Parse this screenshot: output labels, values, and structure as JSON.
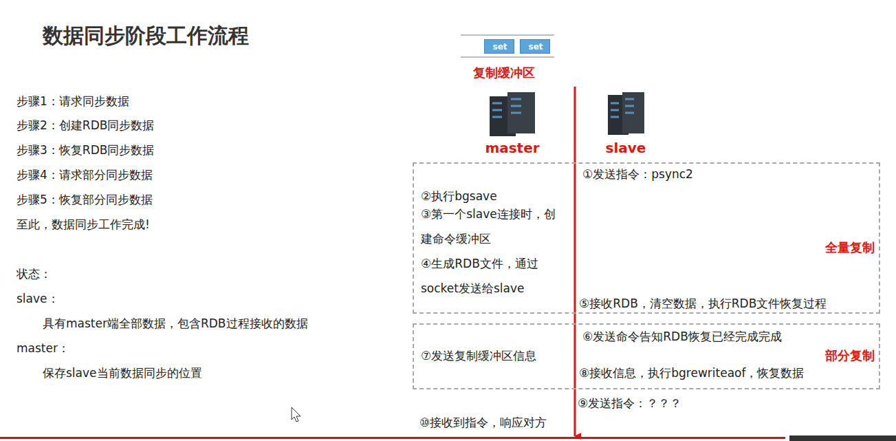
{
  "diagram": {
    "title": "数据同步阶段工作流程",
    "nodes": [
      {
        "text": [
          "复制缓冲区"
        ]
      },
      {
        "text": [
          "set"
        ],
        "in": 0
      },
      {
        "text": [
          "set"
        ],
        "in": 0
      },
      {
        "text": [
          "①发送指令：psync2",
          "②执行bgsave",
          "③第一个slave连接时，创建命令缓冲区",
          "④生成RDB文件，通过socket发送给slave",
          "⑤接收RDB，清空数据，执行RDB文件恢复过程",
          "全量复制"
        ]
      },
      {
        "text": [
          "⑥发送命令告知RDB恢复已经完成完成",
          "⑦发送复制缓冲区信息",
          "⑧接收信息，执行bgrewriteaof，恢复数据",
          "部分复制"
        ]
      }
    ],
    "labels": [
      "步骤1：请求同步数据",
      "步骤2：创建RDB同步数据",
      "步骤3：恢复RDB同步数据",
      "步骤4：请求部分同步数据",
      "步骤5：恢复部分同步数据",
      "至此，数据同步工作完成!",
      "状态：",
      "slave：",
      "具有master端全部数据，包含RDB过程接收的数据",
      "master：",
      "保存slave当前数据同步的位置",
      "master",
      "slave",
      "⑨发送指令：？？？",
      "⑩接收到指令，响应对方"
    ]
  }
}
